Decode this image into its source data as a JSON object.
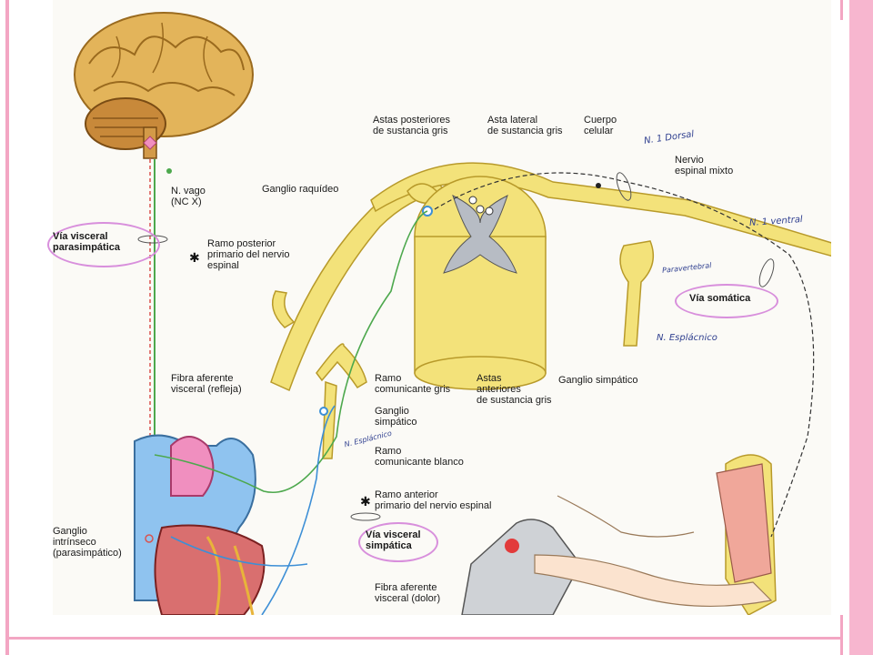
{
  "labels": {
    "n_vago": "N. vago\n(NC X)",
    "via_visceral_para": "Vía visceral\nparasimpática",
    "ramo_posterior": "Ramo posterior\nprimario del nervio\nespinal",
    "fibra_refleja": "Fibra aferente\nvisceral (refleja)",
    "ganglio_intrinseco": "Ganglio\nintrínseco\n(parasimpático)",
    "ganglio_raquideo": "Ganglio raquídeo",
    "astas_posteriores": "Astas posteriores\nde sustancia gris",
    "asta_lateral": "Asta lateral\nde sustancia gris",
    "cuerpo_celular": "Cuerpo\ncelular",
    "nervio_espinal_mixto": "Nervio\nespinal mixto",
    "ramo_comunicante_gris": "Ramo\ncomunicante gris",
    "ganglio_simpatico_small": "Ganglio\nsimpático",
    "ramo_comunicante_blanco": "Ramo\ncomunicante blanco",
    "astas_anteriores": "Astas\nanteriores\nde sustancia gris",
    "ganglio_simpatico": "Ganglio simpático",
    "via_somatica": "Vía somática",
    "ramo_anterior": "Ramo anterior\nprimario del nervio espinal",
    "via_visceral_simp": "Vía visceral\nsimpática",
    "fibra_dolor": "Fibra aferente\nvisceral (dolor)"
  },
  "annotations": {
    "n_dorsal": "N. 1 Dorsal",
    "n_ventral": "N. 1 ventral",
    "n_esplacnico": "N. Esplácnico",
    "n_esplacnico_small": "N. Esplácnico",
    "paravertebral": "Paravertebral",
    "asterisk": "✱"
  },
  "colors": {
    "nerve_yellow": "#f3e27a",
    "nerve_outline": "#b89a2a",
    "green_fiber": "#4da84d",
    "red_dash": "#d9534f",
    "blue_fiber": "#3d8fd6",
    "brain": "#e3b45a",
    "heart_pink": "#f08fbf",
    "heart_blue": "#8fc3ef",
    "frame_pink": "#f3a6c3",
    "highlight_purple": "#d88fdc"
  }
}
